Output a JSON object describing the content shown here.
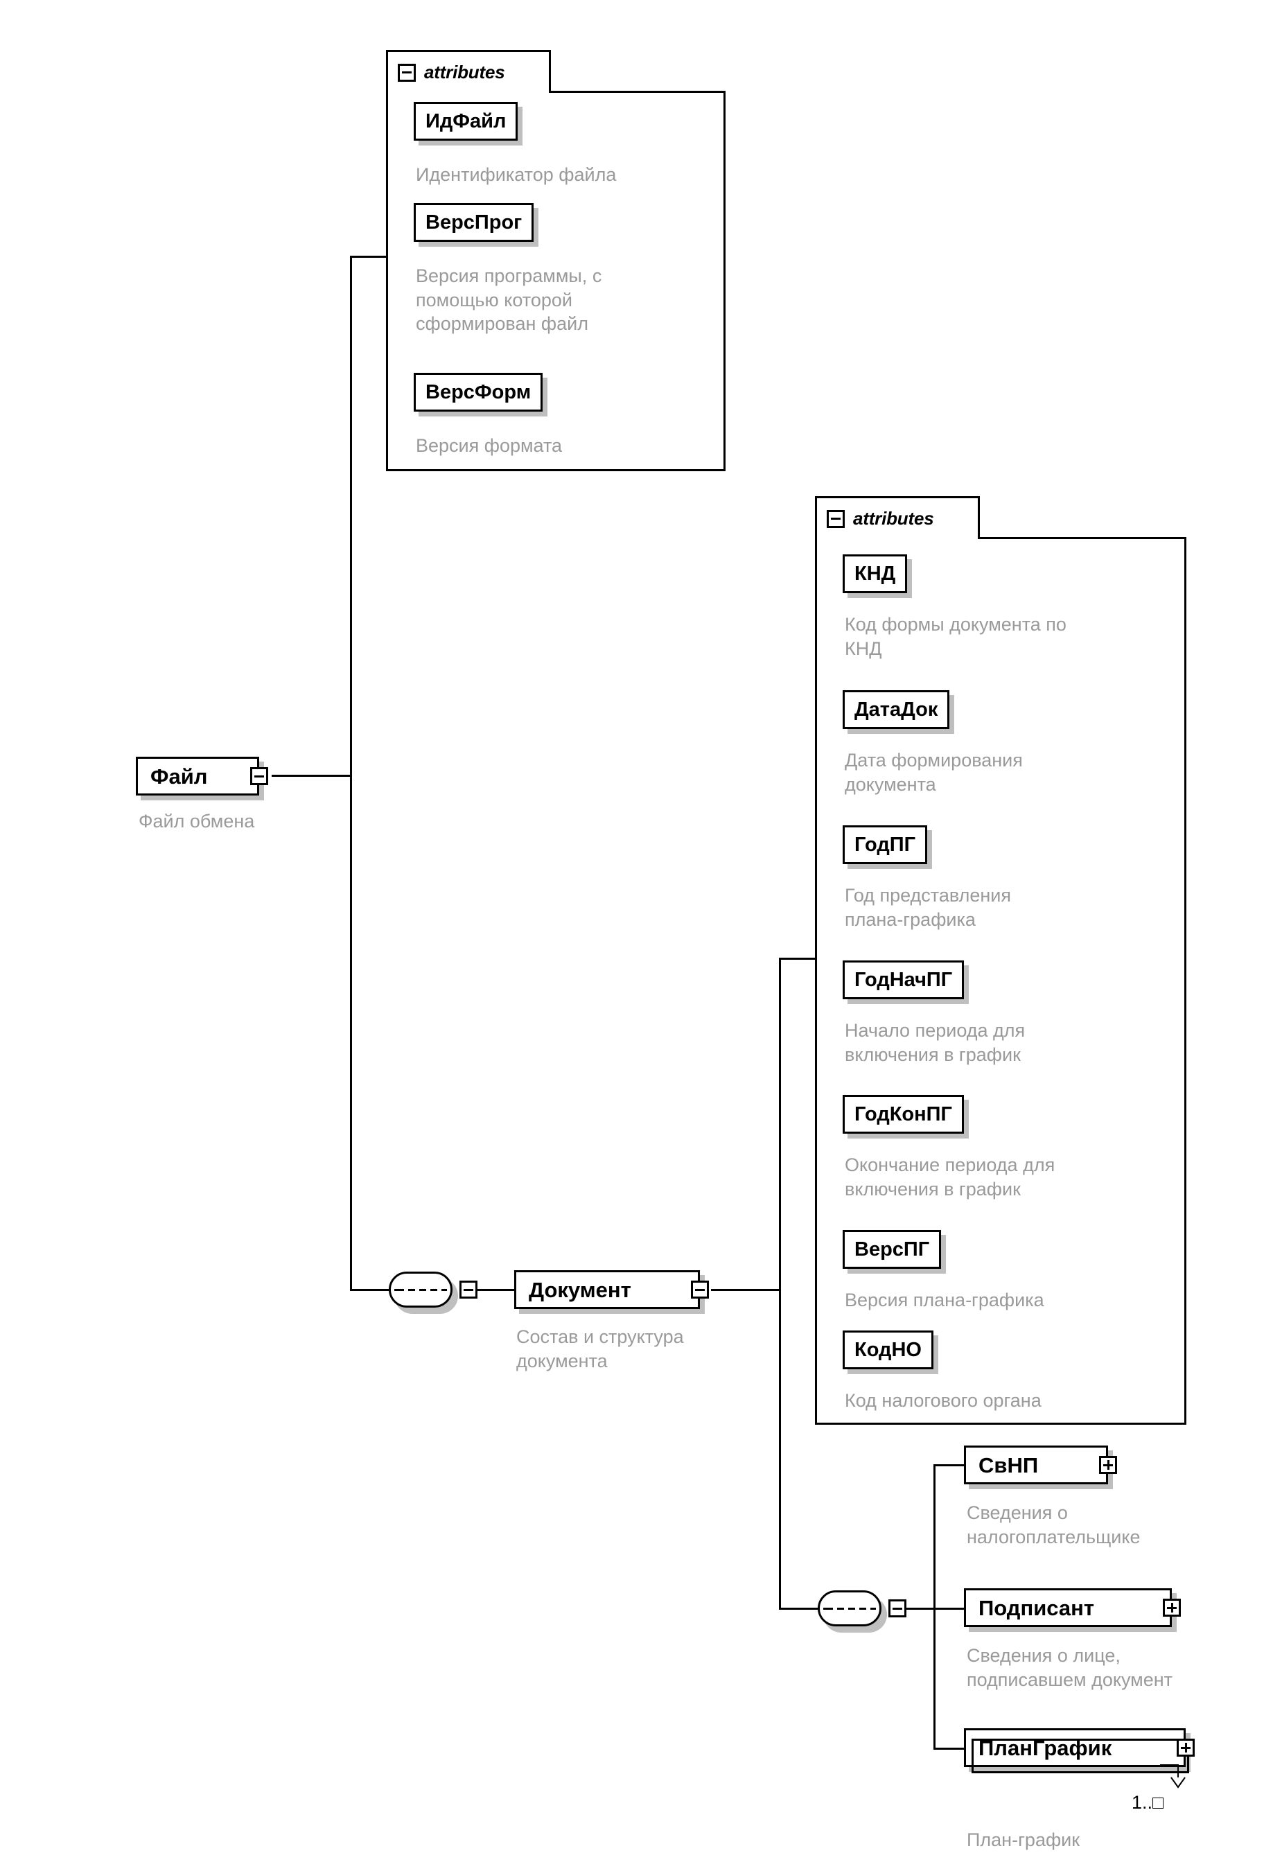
{
  "diagram": {
    "type": "xsd-schema-tree",
    "root": {
      "name": "Файл",
      "description": "Файл обмена",
      "toggle": "minus"
    },
    "root_attributes": {
      "group_label": "attributes",
      "toggle": "minus",
      "items": [
        {
          "name": "ИдФайл",
          "description": "Идентификатор файла"
        },
        {
          "name": "ВерсПрог",
          "description": "Версия программы, с\nпомощью которой\nсформирован файл"
        },
        {
          "name": "ВерсФорм",
          "description": "Версия формата"
        }
      ]
    },
    "document": {
      "name": "Документ",
      "description": "Состав и структура\nдокумента",
      "toggle": "minus"
    },
    "document_attributes": {
      "group_label": "attributes",
      "toggle": "minus",
      "items": [
        {
          "name": "КНД",
          "description": "Код формы документа по\nКНД"
        },
        {
          "name": "ДатаДок",
          "description": "Дата формирования\nдокумента"
        },
        {
          "name": "ГодПГ",
          "description": "Год представления\nплана-графика"
        },
        {
          "name": "ГодНачПГ",
          "description": "Начало периода для\nвключения в график"
        },
        {
          "name": "ГодКонПГ",
          "description": "Окончание периода для\nвключения в график"
        },
        {
          "name": "ВерсПГ",
          "description": "Версия плана-графика"
        },
        {
          "name": "КодНО",
          "description": "Код налогового органа"
        }
      ]
    },
    "document_children": [
      {
        "name": "СвНП",
        "description": "Сведения о\nналогоплательщике",
        "toggle": "plus",
        "cardinality": ""
      },
      {
        "name": "Подписант",
        "description": "Сведения о лице,\nподписавшем документ",
        "toggle": "plus",
        "cardinality": ""
      },
      {
        "name": "ПланГрафик",
        "description": "План-график",
        "toggle": "plus",
        "cardinality": "1..□",
        "repeating": true
      }
    ],
    "colors": {
      "line": "#000000",
      "shadow": "#bfbfbf",
      "description_text": "#9a9a9a",
      "background": "#ffffff"
    }
  }
}
